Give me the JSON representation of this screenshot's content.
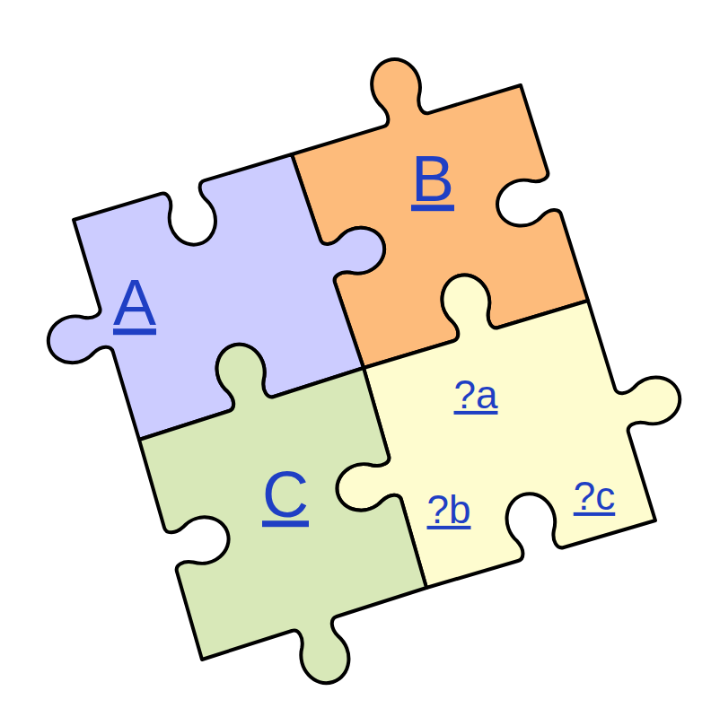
{
  "diagram": {
    "nodes": [
      {
        "text": [
          "B"
        ]
      },
      {
        "text": [
          "A"
        ]
      },
      {
        "text": [
          "?a",
          "?b",
          "?c"
        ]
      },
      {
        "text": [
          "C"
        ]
      }
    ]
  }
}
